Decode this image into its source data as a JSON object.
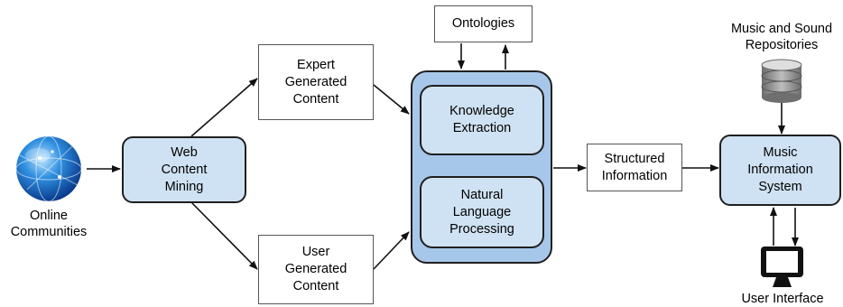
{
  "nodes": {
    "expert_content": "Expert\nGenerated\nContent",
    "user_content": "User\nGenerated\nContent",
    "web_mining": "Web\nContent\nMining",
    "ontologies": "Ontologies",
    "knowledge_extraction": "Knowledge\nExtraction",
    "nlp": "Natural\nLanguage\nProcessing",
    "structured_info": "Structured\nInformation",
    "mis": "Music\nInformation\nSystem"
  },
  "labels": {
    "online_communities": "Online\nCommunities",
    "repositories": "Music and Sound\nRepositories",
    "user_interface": "User Interface"
  },
  "icons": {
    "globe": "globe-icon",
    "database": "database-icon",
    "monitor": "monitor-icon"
  },
  "colors": {
    "light_blue": "#cfe2f3",
    "mid_blue": "#a7c7ea",
    "border": "#1f1f1f"
  }
}
